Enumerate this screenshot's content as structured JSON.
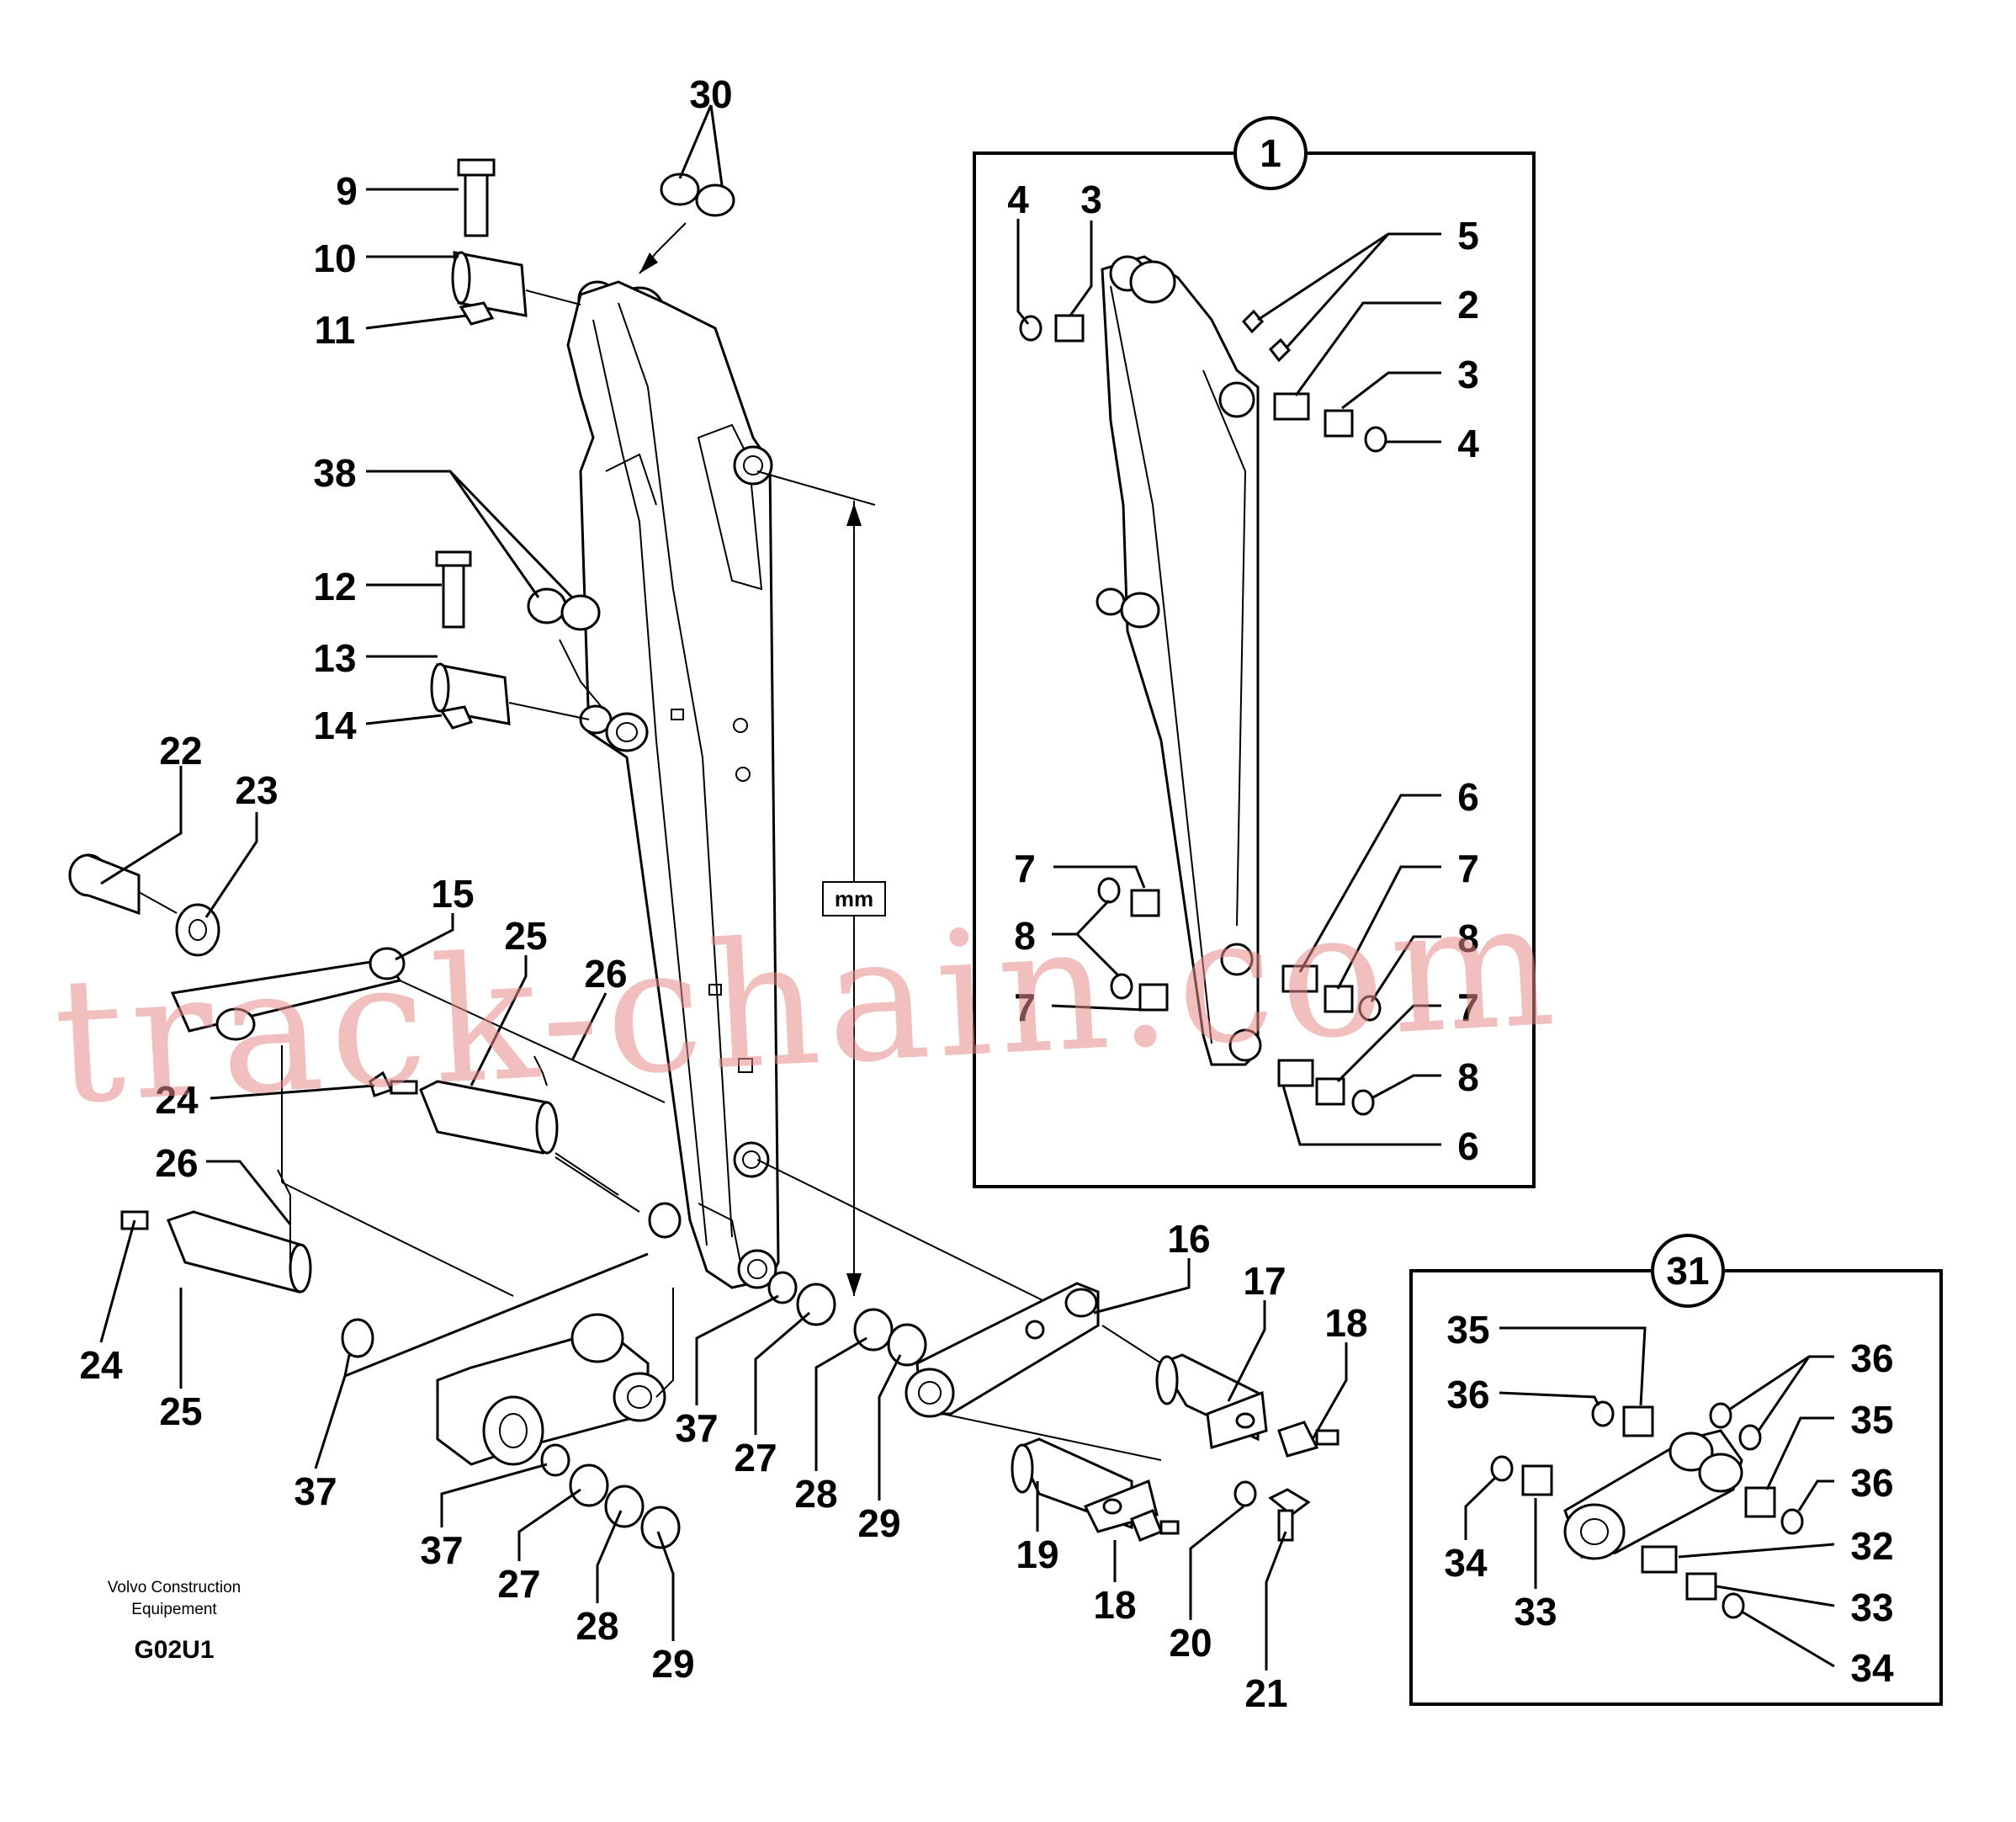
{
  "drawing": {
    "watermark": "track-chain.com",
    "caption_line1": "Volvo Construction",
    "caption_line2": "Equipement",
    "code": "G02U1",
    "dimension_label": "mm"
  },
  "detail_boxes": [
    {
      "number": "1"
    },
    {
      "number": "31"
    }
  ],
  "callouts": {
    "main": [
      "30",
      "9",
      "10",
      "11",
      "38",
      "12",
      "13",
      "14",
      "22",
      "23",
      "15",
      "25",
      "26",
      "24",
      "26",
      "24",
      "25",
      "37",
      "16",
      "17",
      "18",
      "37",
      "27",
      "28",
      "29",
      "37",
      "27",
      "28",
      "29",
      "19",
      "18",
      "20",
      "21"
    ],
    "box1": [
      "4",
      "3",
      "5",
      "2",
      "3",
      "4",
      "6",
      "7",
      "8",
      "7",
      "7",
      "8",
      "7",
      "8",
      "6"
    ],
    "box31": [
      "35",
      "36",
      "36",
      "35",
      "36",
      "34",
      "33",
      "32",
      "33",
      "34"
    ]
  }
}
